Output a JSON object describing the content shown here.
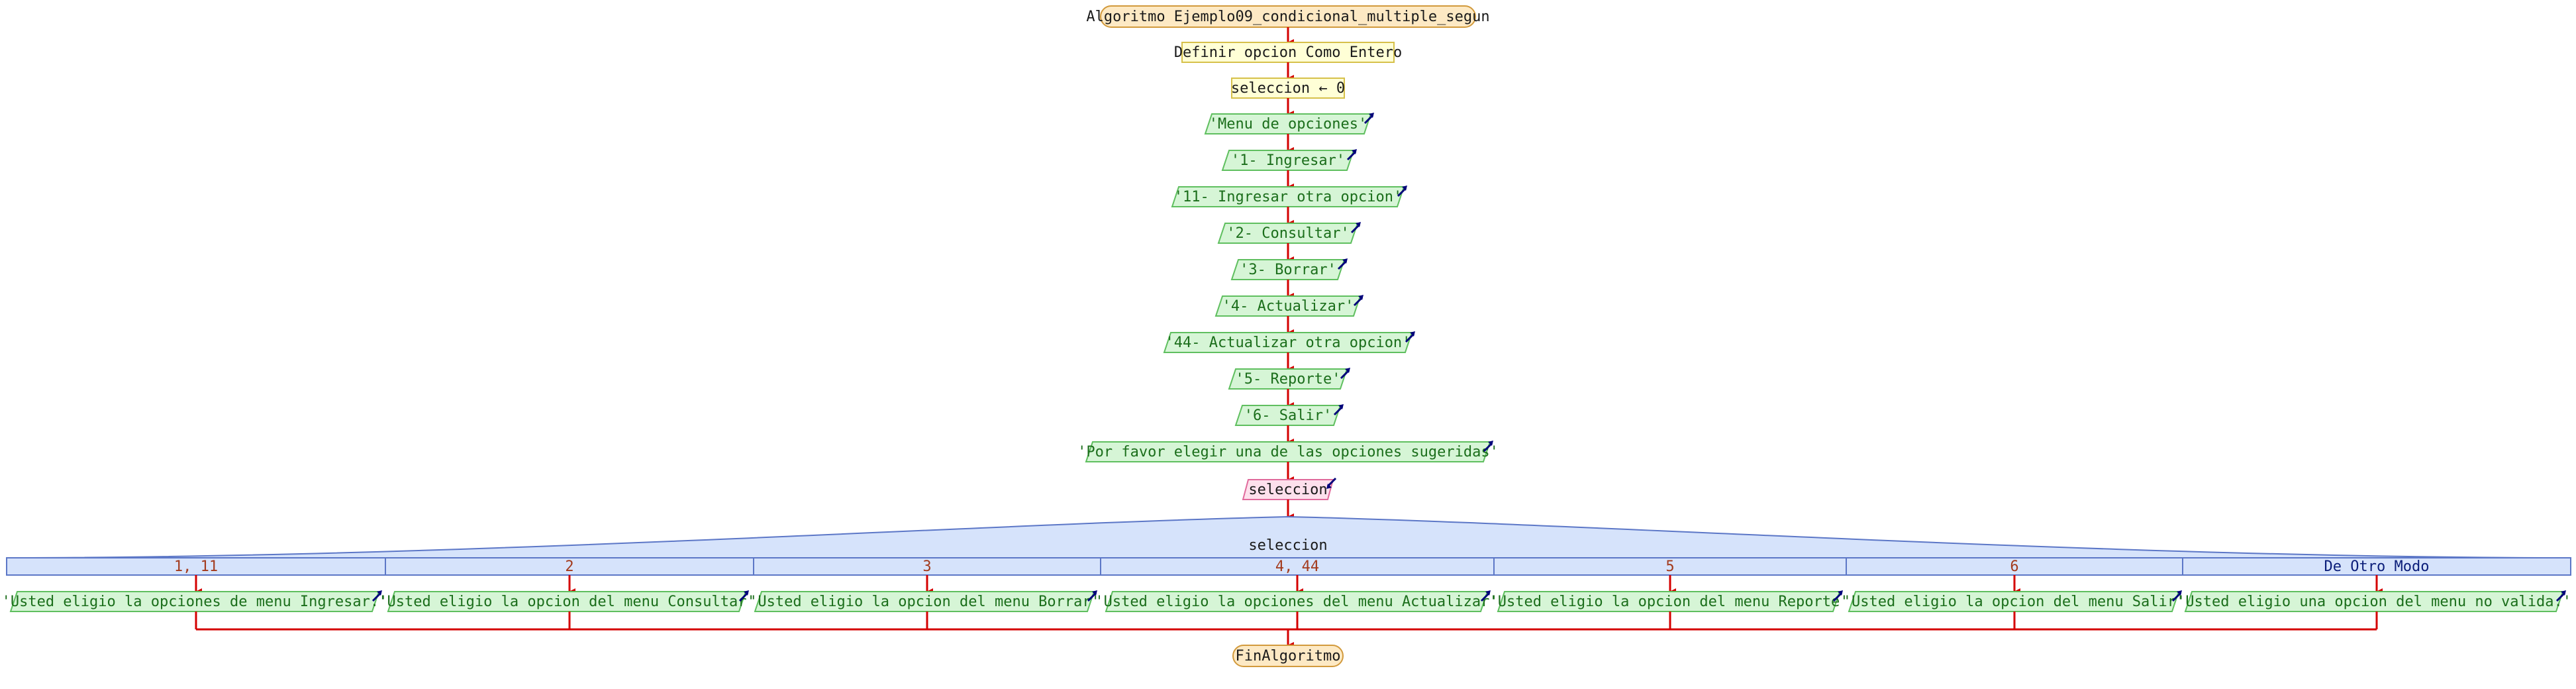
{
  "diagram": {
    "start": "Algoritmo Ejemplo09_condicional_multiple_segun",
    "define": "Definir opcion Como Entero",
    "assign": "seleccion ← 0",
    "outputs": [
      "'Menu de opciones'",
      "'1- Ingresar'",
      "'11- Ingresar otra opcion'",
      "'2- Consultar'",
      "'3- Borrar'",
      "'4- Actualizar'",
      "'44- Actualizar otra opcion'",
      "'5- Reporte'",
      "'6- Salir'",
      "'Por favor elegir una de las opciones sugeridas'"
    ],
    "read": "seleccion",
    "switch_var": "seleccion",
    "cases": [
      {
        "label": "1, 11",
        "output": "'Usted eligio la opciones de menu Ingresar.'"
      },
      {
        "label": "2",
        "output": "'Usted eligio la opcion del menu Consultar'"
      },
      {
        "label": "3",
        "output": "'Usted eligio la opcion del menu Borrar'"
      },
      {
        "label": "4, 44",
        "output": "'Usted eligio la opciones del menu Actualizar'"
      },
      {
        "label": "5",
        "output": "'Usted eligio la opcion del menu Reporte'"
      },
      {
        "label": "6",
        "output": "'Usted eligio la opcion del menu Salir'"
      },
      {
        "label": "De Otro Modo",
        "output": "'Usted eligio una opcion del menu no valida.'"
      }
    ],
    "end": "FinAlgoritmo"
  },
  "colors": {
    "flow_line": "#d40000",
    "output_fill": "#d6f5d6",
    "input_fill": "#fde0ec",
    "terminal_fill": "#fde9c4",
    "process_fill": "#ffffd6",
    "switch_fill": "#d6e3fb"
  }
}
